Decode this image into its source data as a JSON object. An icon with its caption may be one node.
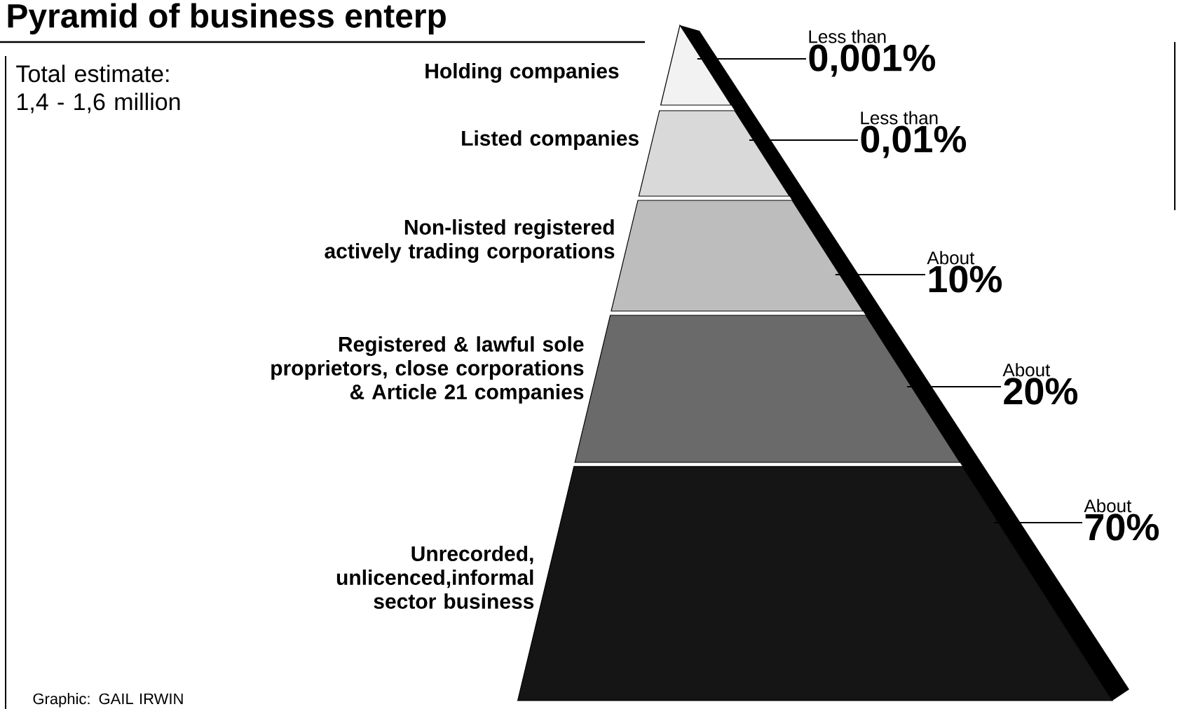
{
  "diagram": {
    "title": "Pyramid of business enterp",
    "nodes": [
      {
        "text": [
          "Holding companies"
        ]
      },
      {
        "text": [
          "Listed companies"
        ]
      },
      {
        "text": [
          "Non-listed registered actively trading corporations"
        ]
      },
      {
        "text": [
          "Registered & lawful sole proprietors, close corporations & Article 21 companies"
        ]
      },
      {
        "text": [
          "Unrecorded, unlicenced,informal sector business"
        ]
      },
      {
        "text": [
          "Less than",
          "0,001%"
        ]
      },
      {
        "text": [
          "Less than",
          "0,01%"
        ]
      },
      {
        "text": [
          "About",
          "10%"
        ]
      },
      {
        "text": [
          "About",
          "20%"
        ]
      },
      {
        "text": [
          "About",
          "70%"
        ]
      }
    ],
    "edges": [
      {
        "from": 5,
        "to": 0,
        "arrow": "none"
      },
      {
        "from": 6,
        "to": 1,
        "arrow": "none"
      },
      {
        "from": 7,
        "to": 2,
        "arrow": "none"
      },
      {
        "from": 8,
        "to": 3,
        "arrow": "none"
      },
      {
        "from": 9,
        "to": 4,
        "arrow": "none"
      }
    ],
    "labels": [
      "Total estimate: 1,4 - 1,6 million",
      "Graphic: GAIL IRWIN"
    ]
  }
}
